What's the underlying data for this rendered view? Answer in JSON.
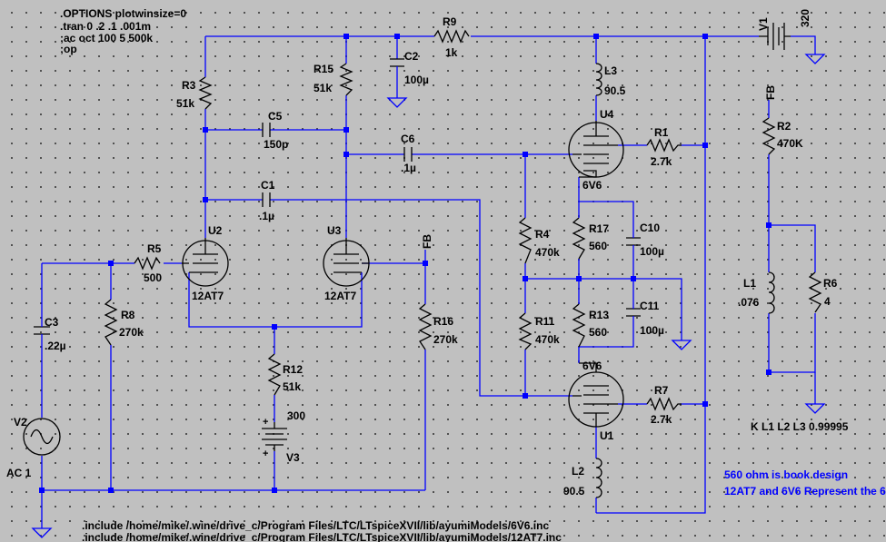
{
  "directives": [
    ".OPTIONS plotwinsize=0",
    ".tran 0 .2 .1 .001m",
    ";ac oct 100 5 500k",
    ";op"
  ],
  "includes": [
    ".include /home/mike/.wine/drive_c/Program Files/LTC/LTspiceXVII/lib/ayumiModels/6V6.inc",
    ".include /home/mike/.wine/drive_c/Program Files/LTC/LTspiceXVII/lib/ayumiModels/12AT7.inc"
  ],
  "coupling": "K L1 L2 L3 0.99995",
  "notes": [
    "560 ohm is book design",
    "12AT7 and 6V6 Represent the 6"
  ],
  "net_labels": {
    "fb_left": "FB",
    "fb_right": "FB"
  },
  "components": {
    "R1": {
      "name": "R1",
      "value": "2.7k"
    },
    "R2": {
      "name": "R2",
      "value": "470K"
    },
    "R3": {
      "name": "R3",
      "value": "51k"
    },
    "R4": {
      "name": "R4",
      "value": "470k"
    },
    "R5": {
      "name": "R5",
      "value": "500"
    },
    "R6": {
      "name": "R6",
      "value": "4"
    },
    "R7": {
      "name": "R7",
      "value": "2.7k"
    },
    "R8": {
      "name": "R8",
      "value": "270k"
    },
    "R9": {
      "name": "R9",
      "value": "1k"
    },
    "R11": {
      "name": "R11",
      "value": "470k"
    },
    "R12": {
      "name": "R12",
      "value": "51k"
    },
    "R13": {
      "name": "R13",
      "value": "560"
    },
    "R15": {
      "name": "R15",
      "value": "51k"
    },
    "R16": {
      "name": "R16",
      "value": "270k"
    },
    "R17": {
      "name": "R17",
      "value": "560"
    },
    "C1": {
      "name": "C1",
      "value": ".1µ"
    },
    "C2": {
      "name": "C2",
      "value": "100µ"
    },
    "C3": {
      "name": "C3",
      "value": ".22µ"
    },
    "C5": {
      "name": "C5",
      "value": "150p"
    },
    "C6": {
      "name": "C6",
      "value": ".1µ"
    },
    "C10": {
      "name": "C10",
      "value": "100µ"
    },
    "C11": {
      "name": "C11",
      "value": "100µ"
    },
    "L1": {
      "name": "L1",
      "value": ".076"
    },
    "L2": {
      "name": "L2",
      "value": "90.5"
    },
    "L3": {
      "name": "L3",
      "value": "90.5"
    },
    "U1": {
      "name": "U1",
      "value": "6V6"
    },
    "U2": {
      "name": "U2",
      "value": "12AT7"
    },
    "U3": {
      "name": "U3",
      "value": "12AT7"
    },
    "U4": {
      "name": "U4",
      "value": "6V6"
    },
    "V1": {
      "name": "V1",
      "value": "320"
    },
    "V2": {
      "name": "V2",
      "value": "AC 1"
    },
    "V3": {
      "name": "V3",
      "value": "300"
    }
  },
  "colors": {
    "wire": "#0000ff",
    "component": "#000000",
    "background": "#c0c0c0",
    "grid_dot": "#404040"
  }
}
